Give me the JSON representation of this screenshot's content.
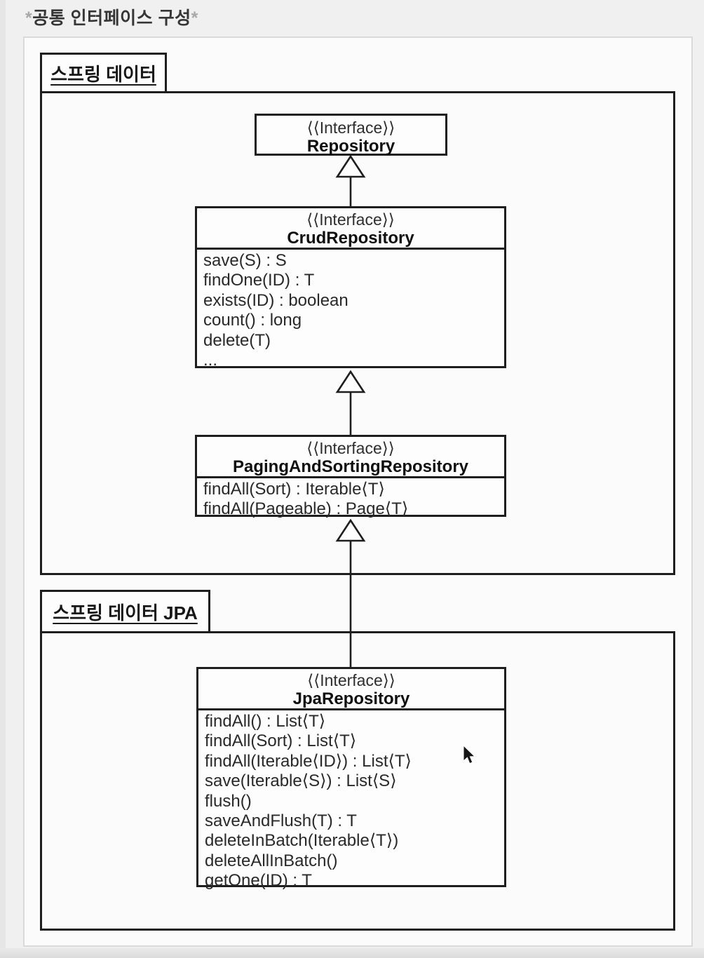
{
  "title": {
    "prefix": "*",
    "text": "공통 인터페이스 구성",
    "suffix": "*"
  },
  "packages": [
    {
      "id": "spring-data",
      "label": "스프링 데이터"
    },
    {
      "id": "spring-data-jpa",
      "label": "스프링 데이터 JPA"
    }
  ],
  "classes": [
    {
      "stereotype": "⟨⟨Interface⟩⟩",
      "name": "Repository",
      "package": "스프링 데이터",
      "methods": []
    },
    {
      "stereotype": "⟨⟨Interface⟩⟩",
      "name": "CrudRepository",
      "package": "스프링 데이터",
      "methods": [
        "save(S) : S",
        "findOne(ID) : T",
        "exists(ID) : boolean",
        "count() : long",
        "delete(T)",
        "..."
      ]
    },
    {
      "stereotype": "⟨⟨Interface⟩⟩",
      "name": "PagingAndSortingRepository",
      "package": "스프링 데이터",
      "methods": [
        "findAll(Sort) : Iterable⟨T⟩",
        "findAll(Pageable) : Page⟨T⟩"
      ]
    },
    {
      "stereotype": "⟨⟨Interface⟩⟩",
      "name": "JpaRepository",
      "package": "스프링 데이터 JPA",
      "methods": [
        "findAll() : List⟨T⟩",
        "findAll(Sort) : List⟨T⟩",
        "findAll(Iterable⟨ID⟩) : List⟨T⟩",
        "save(Iterable⟨S⟩) : List⟨S⟩",
        "flush()",
        "saveAndFlush(T) : T",
        "deleteInBatch(Iterable⟨T⟩)",
        "deleteAllInBatch()",
        "getOne(ID) : T"
      ]
    }
  ],
  "relations": [
    {
      "from": "CrudRepository",
      "to": "Repository",
      "type": "generalization"
    },
    {
      "from": "PagingAndSortingRepository",
      "to": "CrudRepository",
      "type": "generalization"
    },
    {
      "from": "JpaRepository",
      "to": "PagingAndSortingRepository",
      "type": "generalization"
    }
  ],
  "icons": {
    "cursor": "arrow-pointer"
  },
  "colors": {
    "line": "#1e1e1e",
    "page_bg": "#f0f0f0",
    "panel_bg": "#fbfbfb",
    "panel_border": "#dadada",
    "box_bg": "#fdfdfd",
    "asterisk": "#a8a8a8",
    "text": "#262626"
  }
}
